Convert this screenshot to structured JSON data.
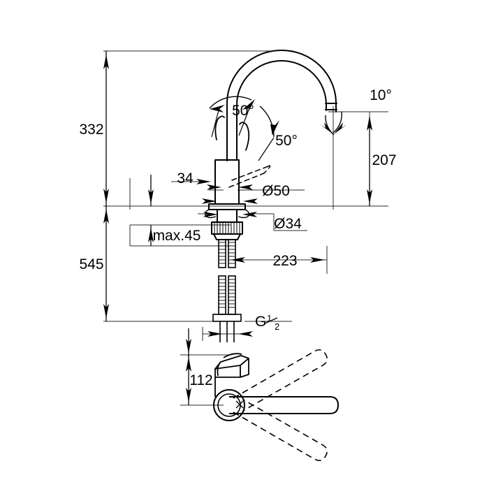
{
  "drawing": {
    "title": "Kitchen mixer tap technical dimension drawing",
    "units": "mm",
    "line_color": "#000000",
    "thin_line_color": "#1a1a1a",
    "background": "#ffffff"
  },
  "dimensions": {
    "total_height_above_surface": "332",
    "total_below_surface": "545",
    "spout_height": "207",
    "spout_reach": "223",
    "lever_height": "112",
    "base_offset": "34",
    "max_worktop_thickness": "max.45",
    "base_diameter": "Ø50",
    "shank_diameter": "Ø34",
    "thread_size_letter": "G",
    "thread_size_numerator": "1",
    "thread_size_denominator": "2"
  },
  "angles": {
    "handle_left": "50°",
    "handle_right": "50°",
    "spout_tip": "10°"
  },
  "labels": {
    "d332": "332",
    "d545": "545",
    "d207": "207",
    "d223": "223",
    "d112": "112",
    "d34": "34",
    "dmax45": "max.45",
    "dia50": "Ø50",
    "dia34": "Ø34",
    "angle50a": "50°",
    "angle50b": "50°",
    "angle10": "10°",
    "thread_g": "G"
  }
}
